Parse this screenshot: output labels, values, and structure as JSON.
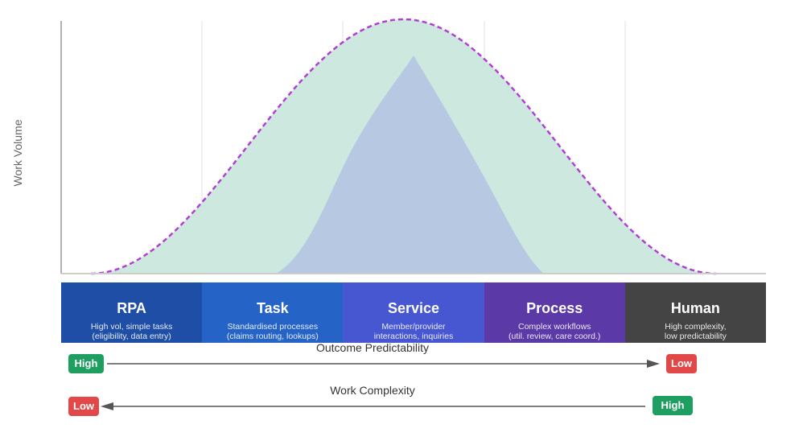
{
  "y_axis_label": "Work Volume",
  "colors": {
    "outer_area": "#cde9df",
    "inner_area": "#b7c9e2",
    "dashed_curve": "#b23fd1",
    "axis": "#999999",
    "grid": "#e2e2e2",
    "arrow": "#555555"
  },
  "bands": [
    {
      "title": "RPA",
      "desc": "High vol, simple tasks\n(eligibility, data entry)",
      "color": "#1f4ea6"
    },
    {
      "title": "Task",
      "desc": "Standardised processes\n(claims routing, lookups)",
      "color": "#2563c7"
    },
    {
      "title": "Service",
      "desc": "Member/provider\ninteractions, inquiries",
      "color": "#4757d1"
    },
    {
      "title": "Process",
      "desc": "Complex workflows\n(util. review, care coord.)",
      "color": "#5b3aa8"
    },
    {
      "title": "Human",
      "desc": "High complexity,\nlow predictability",
      "color": "#444444"
    }
  ],
  "outcome_predictability": {
    "label": "Outcome Predictability",
    "left": "High",
    "right": "Low"
  },
  "work_complexity": {
    "label": "Work Complexity",
    "left": "Low",
    "right": "High"
  }
}
